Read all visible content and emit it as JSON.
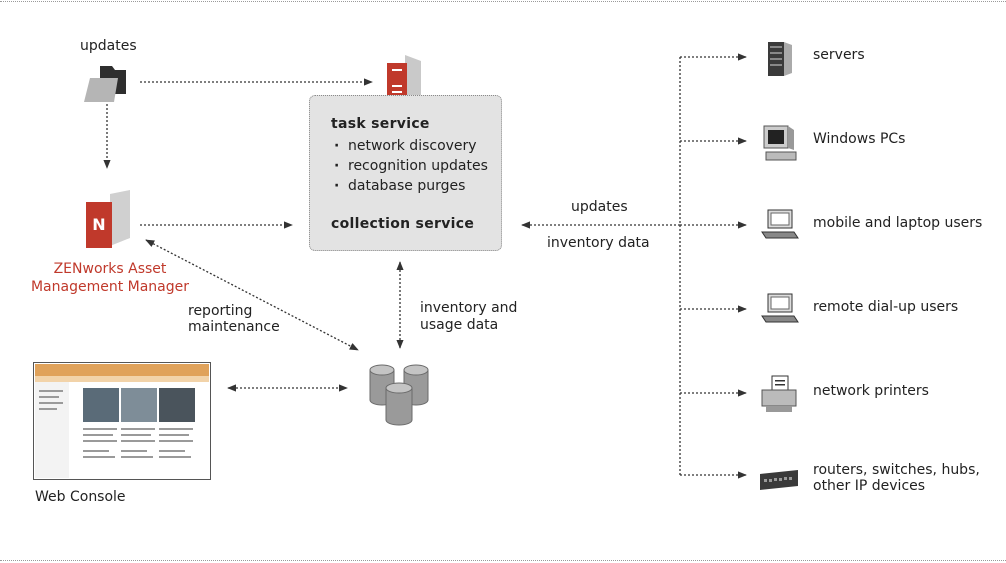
{
  "source": {
    "label": "updates"
  },
  "zenworks": {
    "line1": "ZENworks Asset",
    "line2": "Management Manager"
  },
  "task_box": {
    "task_title": "task service",
    "items": [
      "network discovery",
      "recognition updates",
      "database purges"
    ],
    "collection_title": "collection service"
  },
  "links": {
    "reporting": "reporting",
    "maintenance": "maintenance",
    "inv_usage_1": "inventory and",
    "inv_usage_2": "usage data",
    "updates": "updates",
    "inventory": "inventory data"
  },
  "console": {
    "label": "Web Console"
  },
  "devices": [
    "servers",
    "Windows PCs",
    "mobile and laptop users",
    "remote dial-up users",
    "network printers",
    "routers, switches, hubs,",
    "other IP devices"
  ],
  "colors": {
    "accent": "#c0392b",
    "box": "#e3e3e3",
    "line": "#333333"
  }
}
